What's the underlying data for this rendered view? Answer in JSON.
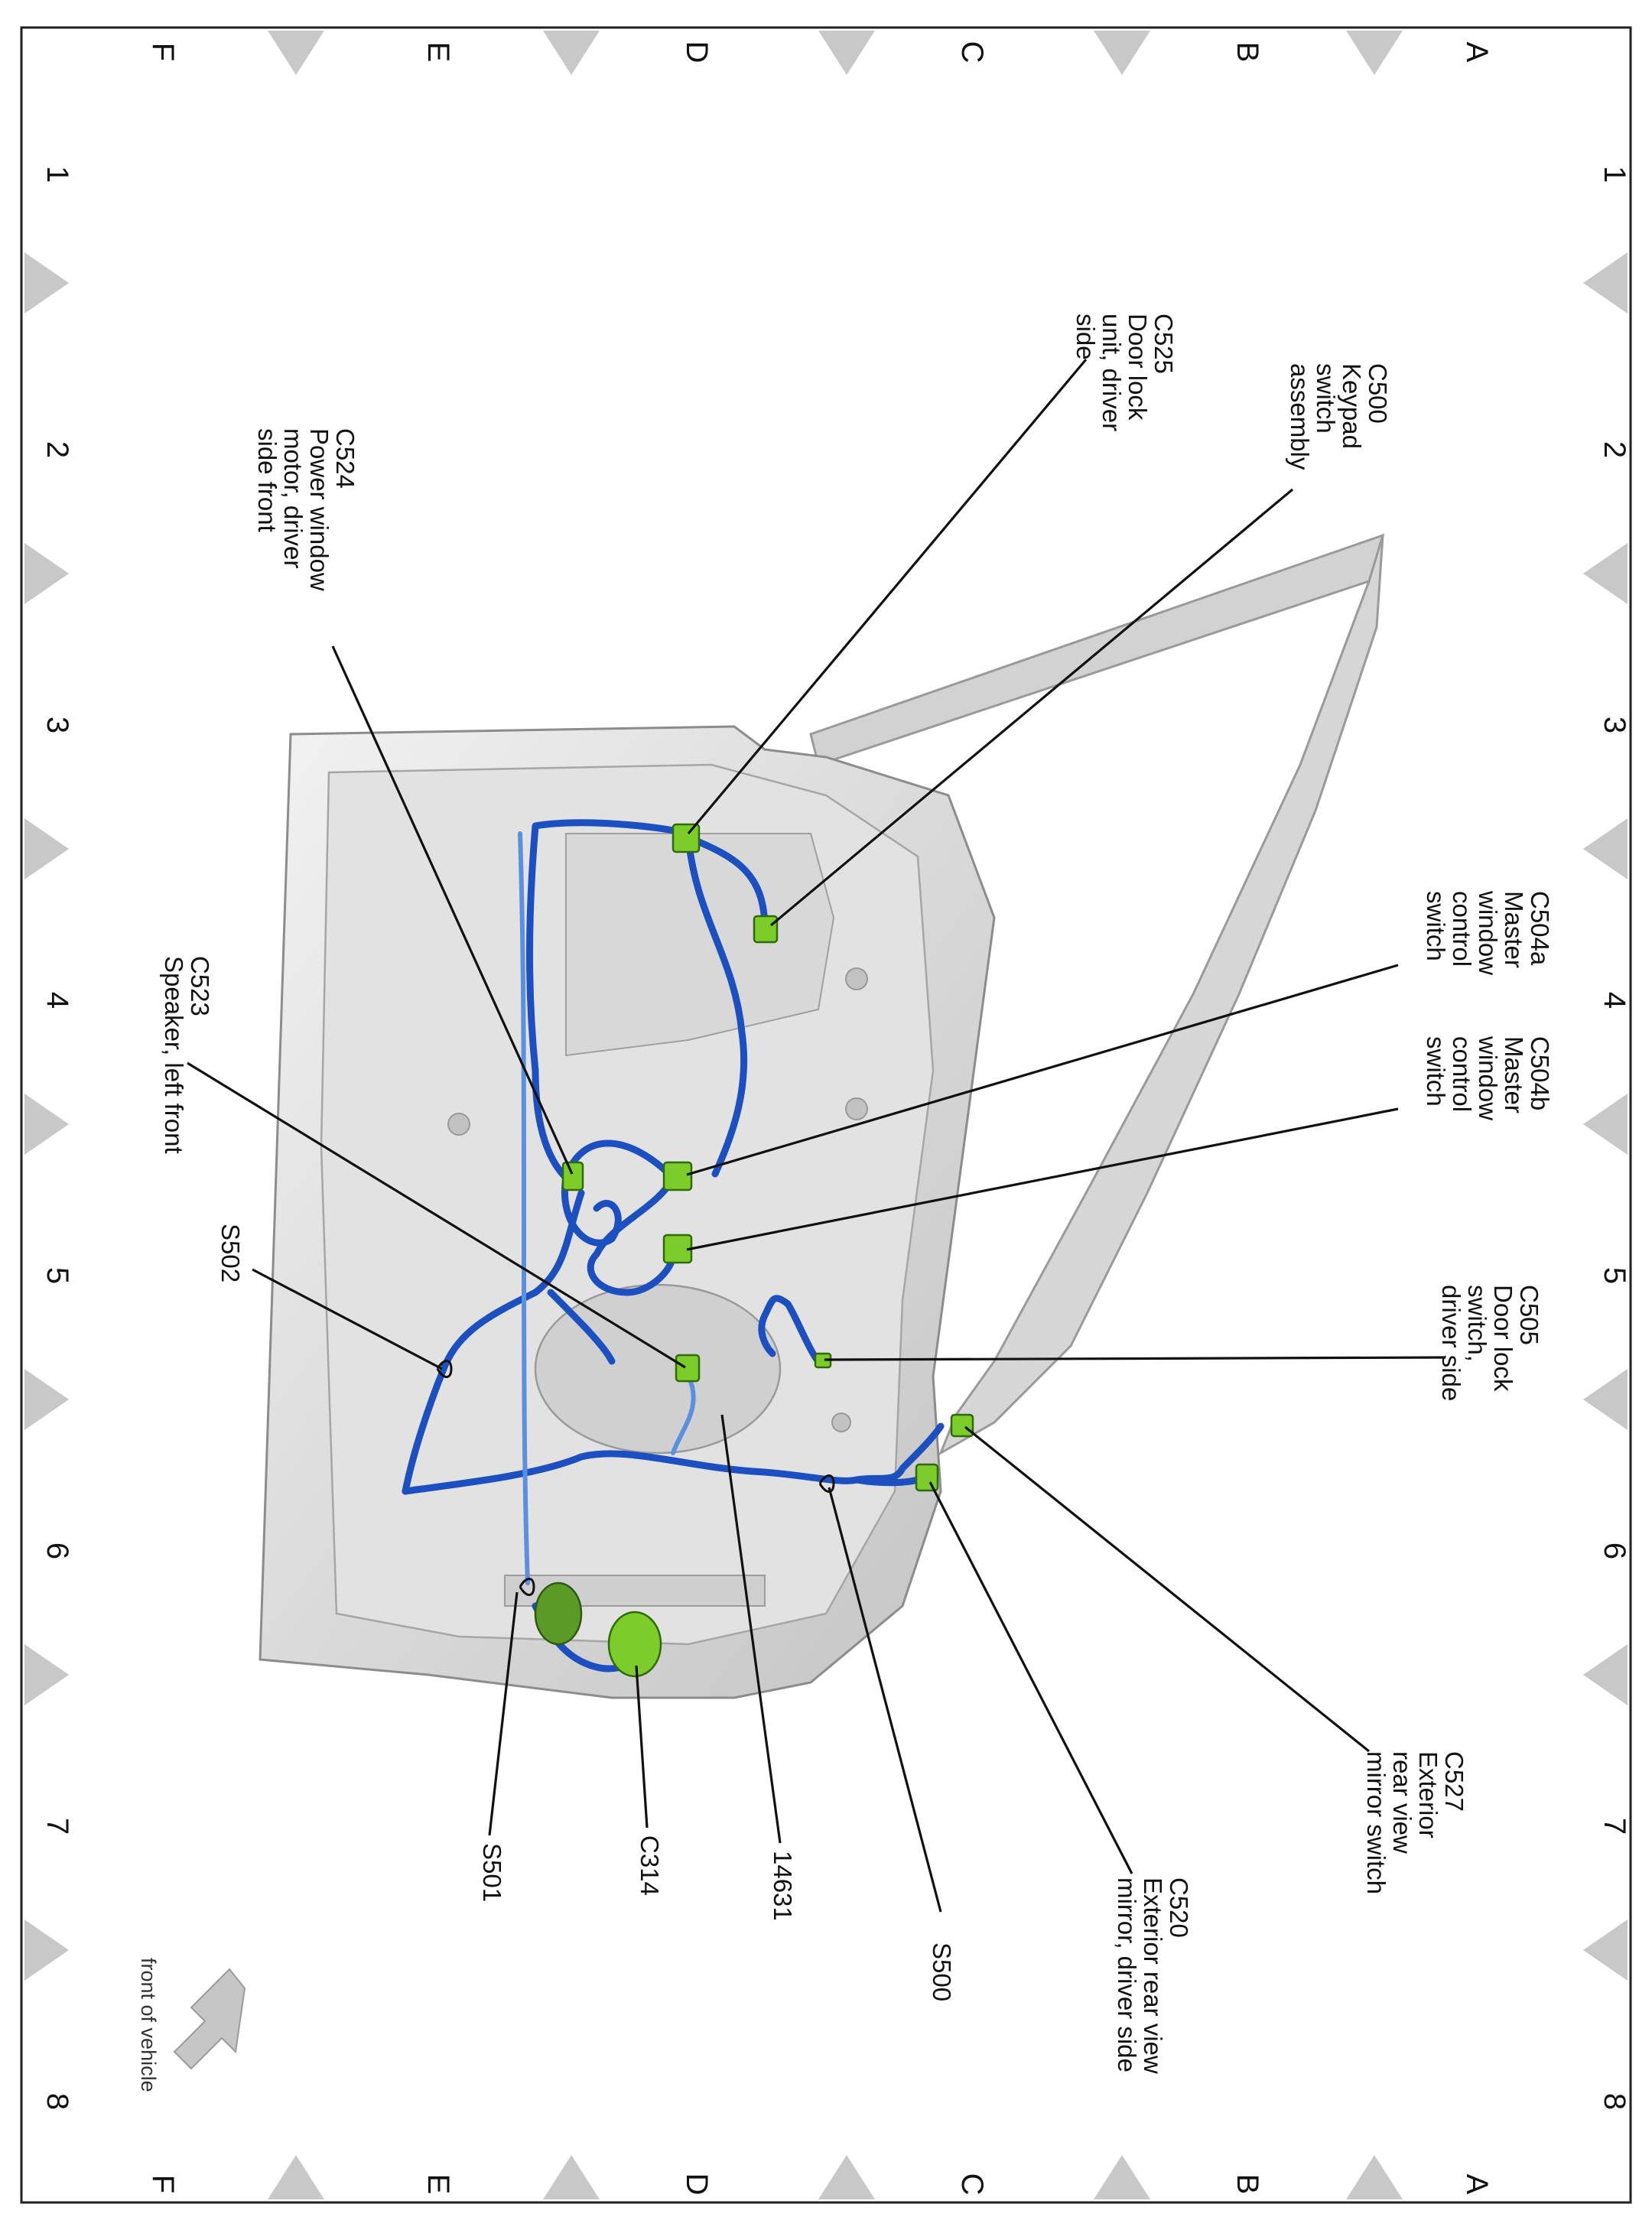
{
  "grid": {
    "rows": [
      "A",
      "B",
      "C",
      "D",
      "E",
      "F"
    ],
    "columns": [
      "1",
      "2",
      "3",
      "4",
      "5",
      "6",
      "7",
      "8"
    ]
  },
  "labels": {
    "c500": {
      "code": "C500",
      "lines": [
        "Keypad",
        "switch",
        "assembly"
      ]
    },
    "c525": {
      "code": "C525",
      "lines": [
        "Door lock",
        "unit, driver",
        "side"
      ]
    },
    "c524": {
      "code": "C524",
      "lines": [
        "Power window",
        "motor, driver",
        "side front"
      ]
    },
    "c504a": {
      "code": "C504a",
      "lines": [
        "Master",
        "window",
        "control",
        "switch"
      ]
    },
    "c504b": {
      "code": "C504b",
      "lines": [
        "Master",
        "window",
        "control",
        "switch"
      ]
    },
    "c523": {
      "code": "C523",
      "lines": [
        "Speaker, left front"
      ]
    },
    "s502": {
      "code": "S502"
    },
    "c505": {
      "code": "C505",
      "lines": [
        "Door lock",
        "switch,",
        "driver side"
      ]
    },
    "c527": {
      "code": "C527",
      "lines": [
        "Exterior",
        "rear view",
        "mirror switch"
      ]
    },
    "c520": {
      "code": "C520",
      "lines": [
        "Exterior rear view",
        "mirror, driver side"
      ]
    },
    "s500": {
      "code": "S500"
    },
    "n14631": {
      "code": "14631"
    },
    "c314": {
      "code": "C314"
    },
    "s501": {
      "code": "S501"
    }
  },
  "orientation": {
    "text": "front of vehicle"
  },
  "colors": {
    "harness": "#1c4fc0",
    "connector": "#7ccd2a",
    "panel": "#dcdcdc"
  }
}
